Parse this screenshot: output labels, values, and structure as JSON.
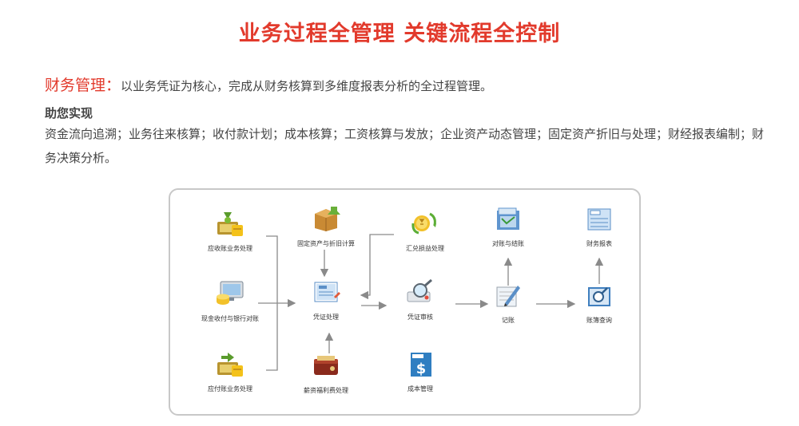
{
  "headline": "业务过程全管理  关键流程全控制",
  "intro": {
    "label": "财务管理：",
    "text": "以业务凭证为核心，完成从财务核算到多维度报表分析的全过程管理。"
  },
  "help": {
    "title": "助您实现",
    "text": "资金流向追溯；业务往来核算；收付款计划；成本核算；工资核算与发放；企业资产动态管理；固定资产折旧与处理；财经报表编制；财务决策分析。"
  },
  "diagram": {
    "nodes": [
      {
        "id": "receivable",
        "label": "应收账业务处理",
        "icon": "money-bag-icon"
      },
      {
        "id": "cash-bank",
        "label": "现金收付与银行对账",
        "icon": "monitor-coins-icon"
      },
      {
        "id": "payable",
        "label": "应付账业务处理",
        "icon": "money-bag-icon"
      },
      {
        "id": "fixed-assets",
        "label": "固定资产与折旧计算",
        "icon": "box-icon"
      },
      {
        "id": "voucher",
        "label": "凭证处理",
        "icon": "voucher-icon"
      },
      {
        "id": "payroll",
        "label": "薪资福利费处理",
        "icon": "wallet-icon"
      },
      {
        "id": "exchange",
        "label": "汇兑损益处理",
        "icon": "exchange-coins-icon"
      },
      {
        "id": "audit",
        "label": "凭证审核",
        "icon": "magnifier-icon"
      },
      {
        "id": "cost",
        "label": "成本管理",
        "icon": "dollar-doc-icon"
      },
      {
        "id": "reconcile",
        "label": "对账与结账",
        "icon": "folder-icon"
      },
      {
        "id": "posting",
        "label": "记账",
        "icon": "pencil-doc-icon"
      },
      {
        "id": "reports",
        "label": "财务报表",
        "icon": "report-icon"
      },
      {
        "id": "ledger",
        "label": "账簿查询",
        "icon": "ledger-search-icon"
      }
    ]
  },
  "colors": {
    "accent": "#e23a2c",
    "text": "#444444",
    "panel_border": "#c8c8c8",
    "arrow": "#8a8a8a"
  }
}
